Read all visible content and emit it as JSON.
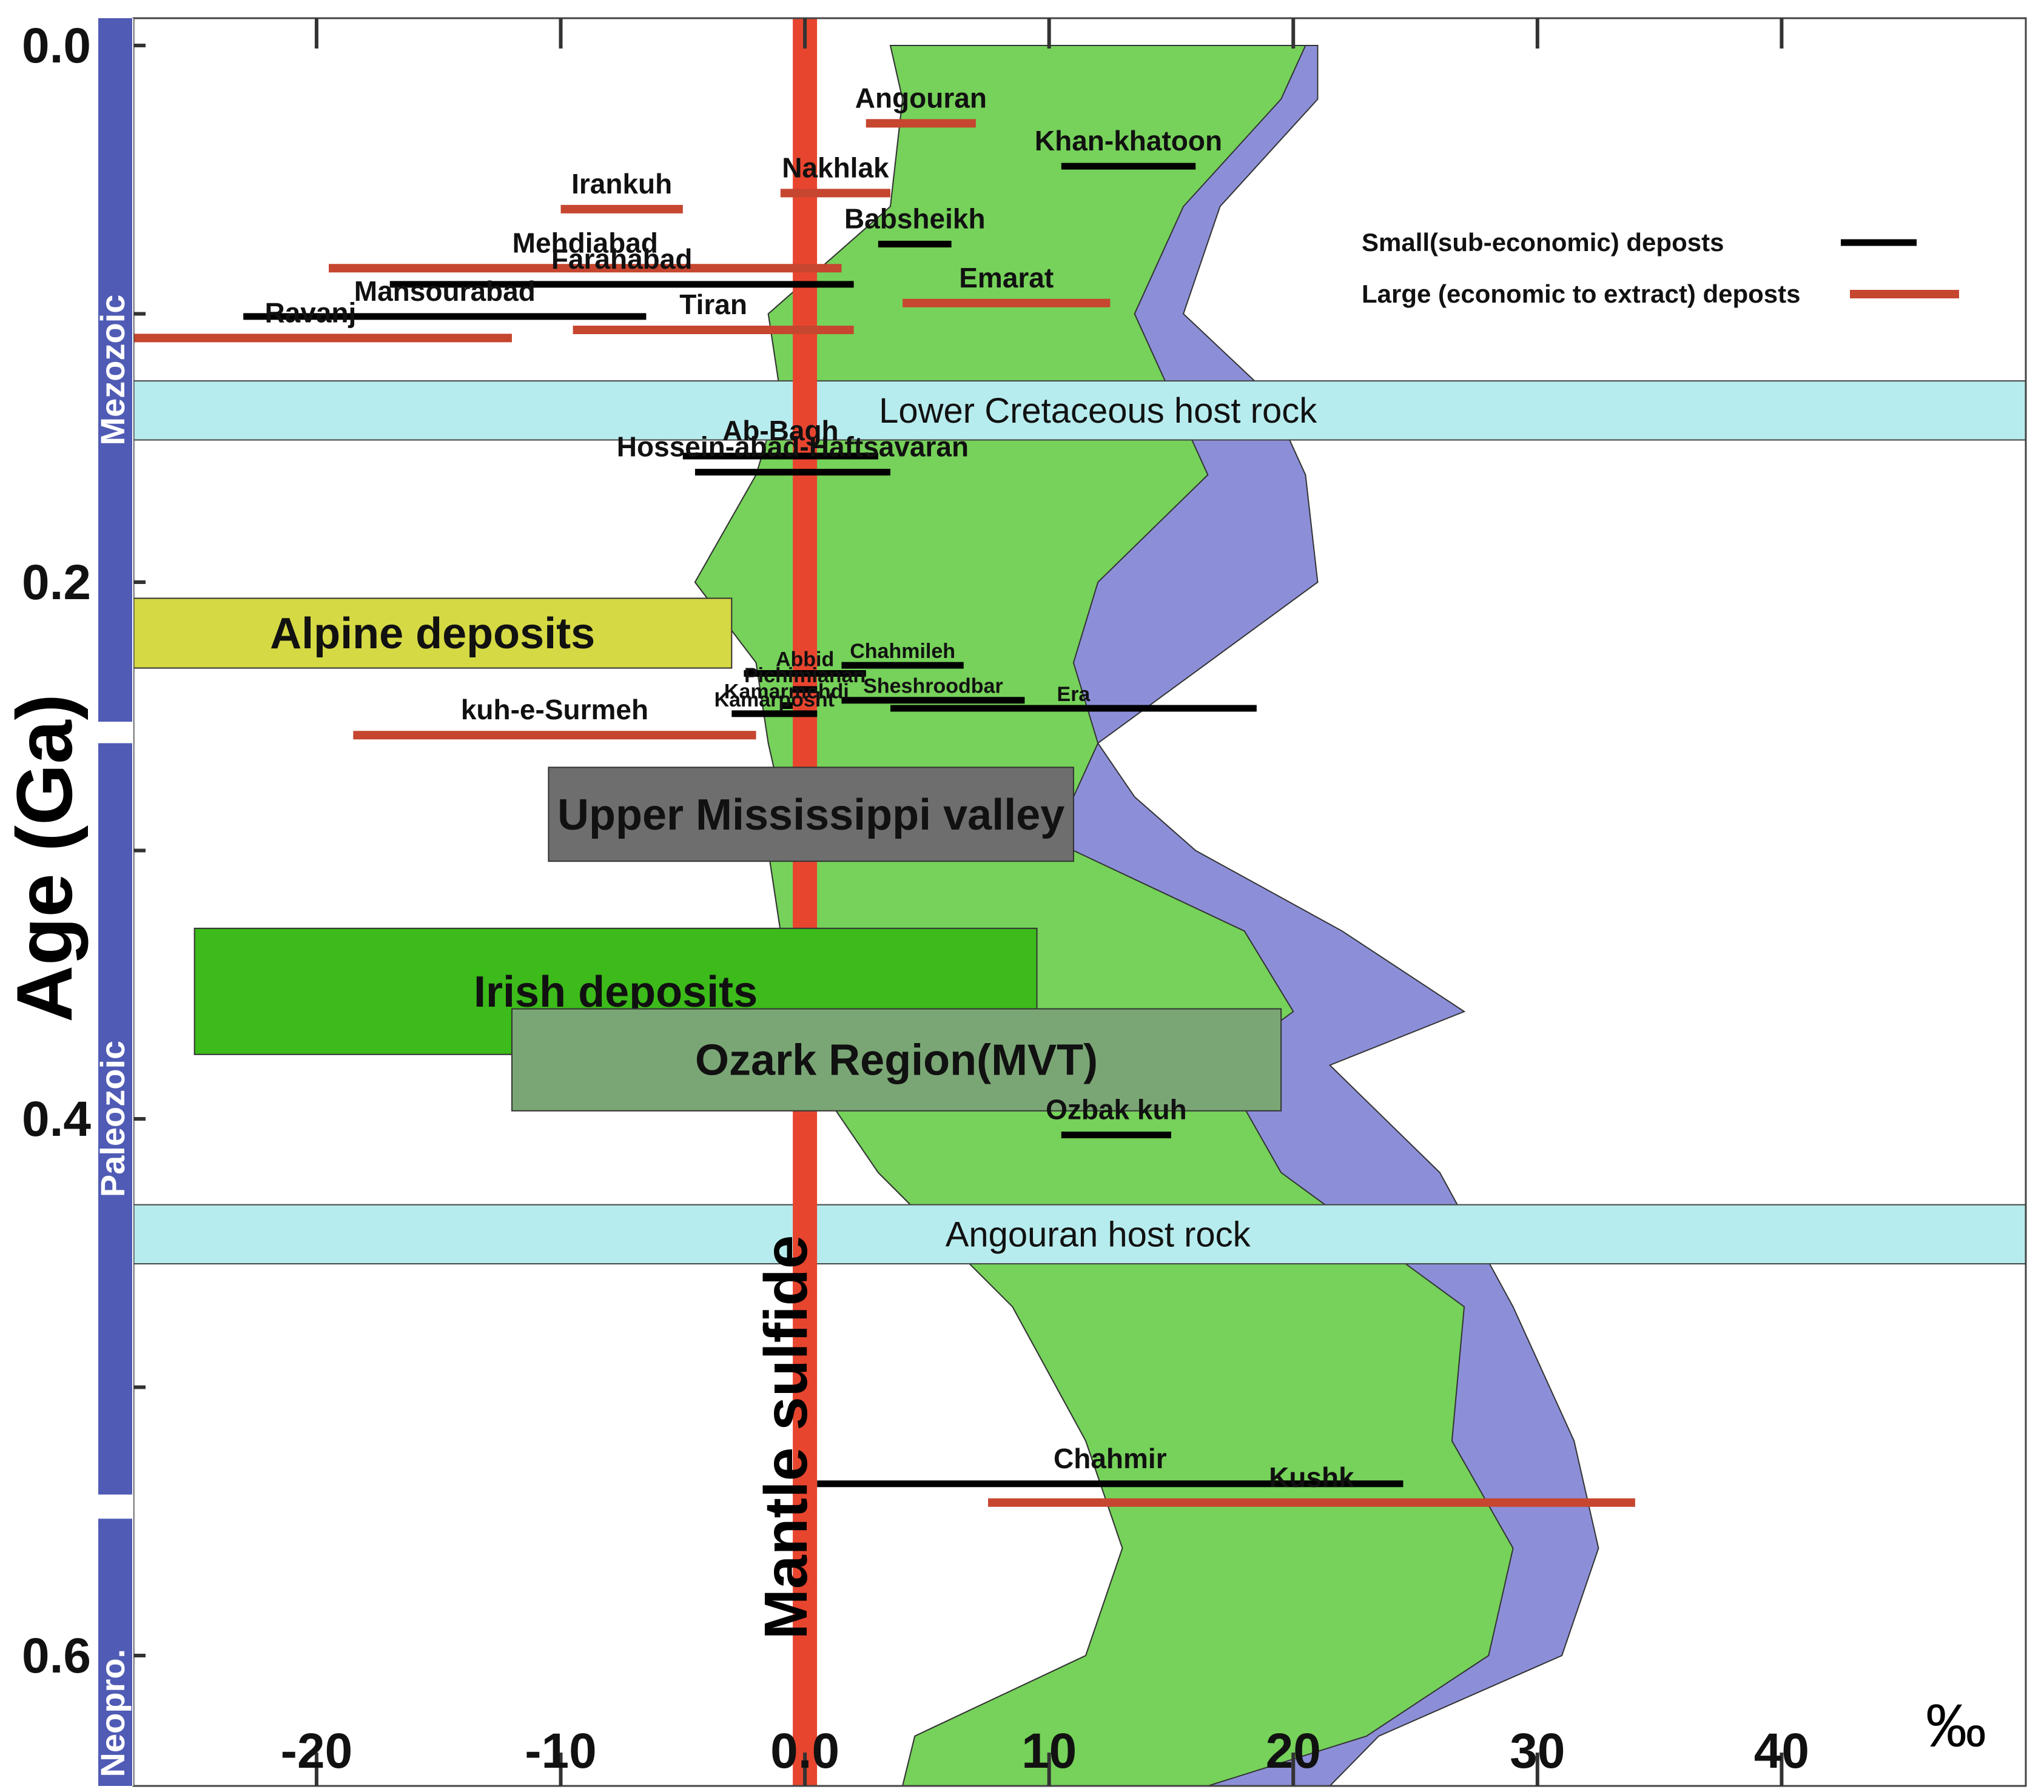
{
  "chart_data": {
    "type": "range-bar",
    "ylabel": "Age (Ga)",
    "xunit": "‰",
    "xlim": [
      -27.5,
      50
    ],
    "ylim": [
      0,
      0.66
    ],
    "x_ticks": [
      -20,
      -10,
      0,
      10,
      20,
      30,
      40
    ],
    "x_tick_labels": [
      "-20",
      "-10",
      "0.0",
      "10",
      "20",
      "30",
      "40"
    ],
    "y_ticks": [
      0.0,
      0.2,
      0.4,
      0.6
    ],
    "y_tick_labels": [
      "0.0",
      "0.2",
      "0.4",
      "0.6"
    ],
    "eras": [
      {
        "label": "Mezozoic",
        "from": 0.0,
        "to": 0.252
      },
      {
        "label": "Paleozoic",
        "from": 0.26,
        "to": 0.54
      },
      {
        "label": "Neopro.",
        "from": 0.549,
        "to": 0.66
      }
    ],
    "mantle_sulfide": {
      "label": "Mantle sulfide",
      "value": 0.0,
      "color": "#e8452f"
    },
    "seawater_envelope": {
      "inner_color": "#76d25a",
      "outer_color": "#8c8fd8",
      "age": [
        0.0,
        0.02,
        0.06,
        0.1,
        0.13,
        0.16,
        0.2,
        0.23,
        0.26,
        0.28,
        0.3,
        0.33,
        0.36,
        0.38,
        0.42,
        0.47,
        0.52,
        0.56,
        0.6,
        0.63,
        0.66
      ],
      "min": [
        3.5,
        4.0,
        3.5,
        -1.5,
        -1.0,
        -2.0,
        -4.5,
        -2.0,
        -1.5,
        -1.0,
        -1.5,
        -1.0,
        -1.0,
        0.0,
        3.0,
        8.5,
        11.5,
        13.0,
        11.5,
        4.5,
        4.0
      ],
      "inner_max": [
        20.5,
        19.5,
        15.5,
        13.5,
        15.0,
        16.5,
        12.0,
        11.0,
        12.0,
        11.0,
        11.0,
        18.0,
        20.0,
        17.0,
        19.5,
        27.0,
        26.5,
        29.0,
        28.0,
        23.0,
        16.5
      ],
      "outer_max": [
        21.0,
        21.0,
        17.0,
        15.5,
        19.0,
        20.5,
        21.0,
        16.5,
        12.0,
        13.5,
        16.0,
        22.0,
        27.0,
        21.5,
        26.0,
        29.0,
        31.5,
        32.5,
        31.0,
        23.5,
        21.5
      ]
    },
    "host_rocks": [
      {
        "label": "Lower Cretaceous host rock",
        "from": 0.125,
        "to": 0.147
      },
      {
        "label": "Angouran host rock",
        "from": 0.432,
        "to": 0.454
      }
    ],
    "regions": [
      {
        "label": "Alpine deposits",
        "x": [
          -27.5,
          -3.0
        ],
        "y": [
          0.206,
          0.232
        ],
        "color": "#d5d944"
      },
      {
        "label": "Upper Mississippi valley",
        "x": [
          -10.5,
          11.0
        ],
        "y": [
          0.269,
          0.304
        ],
        "color": "#6e6e6e"
      },
      {
        "label": "Irish deposits",
        "x": [
          -25.0,
          9.5
        ],
        "y": [
          0.329,
          0.376
        ],
        "color": "#3cbb1a"
      },
      {
        "label": "Ozark Region(MVT)",
        "x": [
          -12.0,
          19.5
        ],
        "y": [
          0.359,
          0.397
        ],
        "color": "#7aa675"
      }
    ],
    "legend": {
      "position": "top-right",
      "entries": [
        {
          "label": "Small(sub-economic) deposts",
          "color": "#000000"
        },
        {
          "label": "Large (economic to extract) deposts",
          "color": "#c64630"
        }
      ]
    },
    "deposits": [
      {
        "name": "Angouran",
        "type": "large",
        "min": 2.5,
        "max": 7.0,
        "age": 0.029
      },
      {
        "name": "Khan-khatoon",
        "type": "small",
        "min": 10.5,
        "max": 16.0,
        "age": 0.045
      },
      {
        "name": "Nakhlak",
        "type": "large",
        "min": -1.0,
        "max": 3.5,
        "age": 0.055
      },
      {
        "name": "Irankuh",
        "type": "large",
        "min": -10.0,
        "max": -5.0,
        "age": 0.061
      },
      {
        "name": "Babsheikh",
        "type": "small",
        "min": 3.0,
        "max": 6.0,
        "age": 0.074
      },
      {
        "name": "Mehdiabad",
        "type": "large",
        "min": -19.5,
        "max": 1.5,
        "age": 0.083
      },
      {
        "name": "Farahabad",
        "type": "small",
        "min": -17.0,
        "max": 2.0,
        "age": 0.089
      },
      {
        "name": "Emarat",
        "type": "large",
        "min": 4.0,
        "max": 12.5,
        "age": 0.096
      },
      {
        "name": "Mansourabad",
        "type": "small",
        "min": -23.0,
        "max": -6.5,
        "age": 0.101
      },
      {
        "name": "Tiran",
        "type": "large",
        "min": -9.5,
        "max": 2.0,
        "age": 0.106
      },
      {
        "name": "Ravanj",
        "type": "large",
        "min": -28.5,
        "max": -12.0,
        "age": 0.109
      },
      {
        "name": "Ab-Bagh",
        "type": "small",
        "min": -5.0,
        "max": 3.0,
        "age": 0.153
      },
      {
        "name": "Hossein-abad-Haftsavaran",
        "type": "small",
        "min": -4.5,
        "max": 3.5,
        "age": 0.159
      },
      {
        "name": "Chahmileh",
        "type": "small",
        "min": 1.5,
        "max": 6.5,
        "age": 0.231
      },
      {
        "name": "Abbid",
        "type": "small",
        "min": -2.5,
        "max": 2.5,
        "age": 0.234
      },
      {
        "name": "Pichimianan",
        "type": "small",
        "min": -0.5,
        "max": 0.5,
        "age": 0.24
      },
      {
        "name": "Sheshroodbar",
        "type": "small",
        "min": 1.5,
        "max": 9.0,
        "age": 0.244
      },
      {
        "name": "Era",
        "type": "small",
        "min": 3.5,
        "max": 18.5,
        "age": 0.247
      },
      {
        "name": "Kamarmehdi",
        "type": "small",
        "min": -1.0,
        "max": -0.5,
        "age": 0.246
      },
      {
        "name": "Kamarposht",
        "type": "small",
        "min": -3.0,
        "max": 0.5,
        "age": 0.249
      },
      {
        "name": "kuh-e-Surmeh",
        "type": "large",
        "min": -18.5,
        "max": -2.0,
        "age": 0.257
      },
      {
        "name": "Ozbak kuh",
        "type": "small",
        "min": 10.5,
        "max": 15.0,
        "age": 0.406
      },
      {
        "name": "Chahmir",
        "type": "small",
        "min": 0.5,
        "max": 24.5,
        "age": 0.536
      },
      {
        "name": "Kushk",
        "type": "large",
        "min": 7.5,
        "max": 34.0,
        "age": 0.543
      }
    ]
  }
}
